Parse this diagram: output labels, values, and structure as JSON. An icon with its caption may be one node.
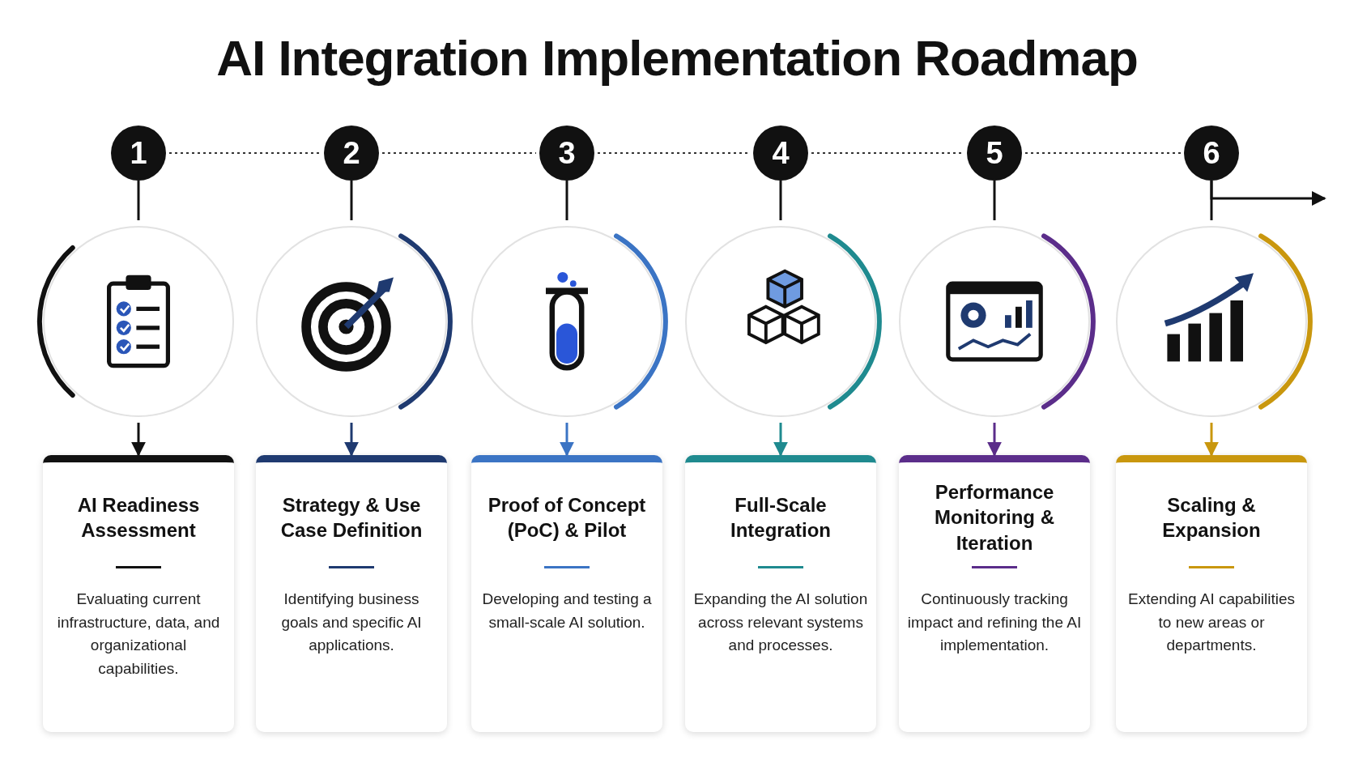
{
  "diagram": {
    "title": "AI Integration Implementation Roadmap",
    "nodes": [
      {
        "text": [
          "1"
        ]
      },
      {
        "text": [
          "2"
        ]
      },
      {
        "text": [
          "3"
        ]
      },
      {
        "text": [
          "4"
        ]
      },
      {
        "text": [
          "5"
        ]
      },
      {
        "text": [
          "6"
        ]
      },
      {
        "text": [],
        "shape": "circle"
      },
      {
        "text": [],
        "shape": "circle"
      },
      {
        "text": [],
        "shape": "circle"
      },
      {
        "text": [],
        "shape": "circle"
      },
      {
        "text": [],
        "shape": "circle"
      },
      {
        "text": [],
        "shape": "circle"
      },
      {
        "text": [
          "AI Readiness Assessment",
          "Evaluating current infrastructure, data, and organizational capabilities."
        ]
      },
      {
        "text": [
          "Strategy & Use Case Definition",
          "Identifying business goals and specific AI applications."
        ]
      },
      {
        "text": [
          "Proof of Concept (PoC) & Pilot",
          "Developing and testing a small-scale AI solution."
        ]
      },
      {
        "text": [
          "Full-Scale Integration",
          "Expanding the AI solution across relevant systems and processes."
        ]
      },
      {
        "text": [
          "Performance Monitoring & Iteration",
          "Continuously tracking impact and refining the AI implementation."
        ]
      },
      {
        "text": [
          "Scaling & Expansion",
          "Extending AI capabilities to new areas or departments."
        ]
      }
    ],
    "edges": [
      {
        "from": 0,
        "to": 1,
        "arrow": "none",
        "style": "dashed"
      },
      {
        "from": 1,
        "to": 2,
        "arrow": "none",
        "style": "dashed"
      },
      {
        "from": 2,
        "to": 3,
        "arrow": "none",
        "style": "dashed"
      },
      {
        "from": 3,
        "to": 4,
        "arrow": "none",
        "style": "dashed"
      },
      {
        "from": 4,
        "to": 5,
        "arrow": "none",
        "style": "dashed"
      },
      {
        "from": 0,
        "to": 6,
        "arrow": "none"
      },
      {
        "from": 1,
        "to": 7,
        "arrow": "none"
      },
      {
        "from": 2,
        "to": 8,
        "arrow": "none"
      },
      {
        "from": 3,
        "to": 9,
        "arrow": "none"
      },
      {
        "from": 4,
        "to": 10,
        "arrow": "none"
      },
      {
        "from": 5,
        "to": 11,
        "arrow": "none"
      },
      {
        "from": 5,
        "to": null,
        "arrow": "to"
      },
      {
        "from": 6,
        "to": 12,
        "arrow": "to",
        "color": "#111111"
      },
      {
        "from": 7,
        "to": 13,
        "arrow": "to",
        "color": "#1f3a70"
      },
      {
        "from": 8,
        "to": 14,
        "arrow": "to",
        "color": "#3b74c4"
      },
      {
        "from": 9,
        "to": 15,
        "arrow": "to",
        "color": "#1f8a8f"
      },
      {
        "from": 10,
        "to": 16,
        "arrow": "to",
        "color": "#5b2d8a"
      },
      {
        "from": 11,
        "to": 17,
        "arrow": "to",
        "color": "#c9970e"
      }
    ]
  }
}
